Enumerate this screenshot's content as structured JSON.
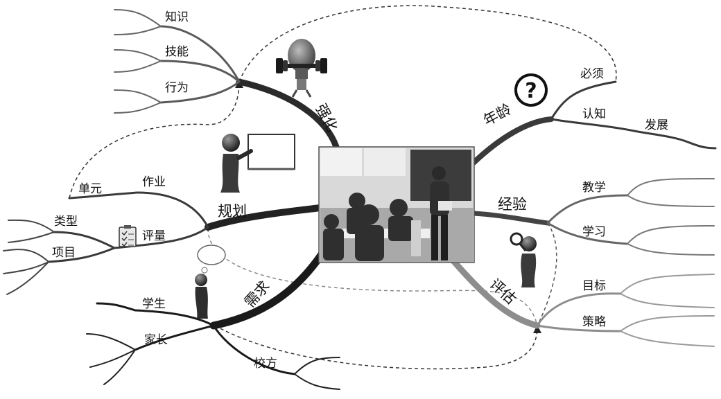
{
  "center": {
    "image": "classroom-photo"
  },
  "branches": {
    "reinforce": {
      "label": "强化",
      "children": [
        "知识",
        "技能",
        "行为"
      ]
    },
    "age": {
      "label": "年龄",
      "children": [
        "必须",
        "认知",
        "发展"
      ]
    },
    "plan": {
      "label": "规划",
      "children": [
        "作业",
        "评量",
        "单元",
        "类型",
        "项目"
      ]
    },
    "experience": {
      "label": "经验",
      "children": [
        "教学",
        "学习"
      ]
    },
    "needs": {
      "label": "需求",
      "children": [
        "学生",
        "家长",
        "校方"
      ]
    },
    "evaluate": {
      "label": "评估",
      "children": [
        "目标",
        "策略"
      ]
    }
  },
  "icons": [
    "lightbulb-dumbbell-icon",
    "question-mark-icon",
    "teacher-whiteboard-icon",
    "checklist-icon",
    "thinking-person-icon",
    "magnifier-person-icon"
  ],
  "colors": {
    "branch_dark": "#2b2b2b",
    "branch_mid": "#5a5a5a",
    "branch_light": "#8d8d8d",
    "dashed": "#333333"
  }
}
